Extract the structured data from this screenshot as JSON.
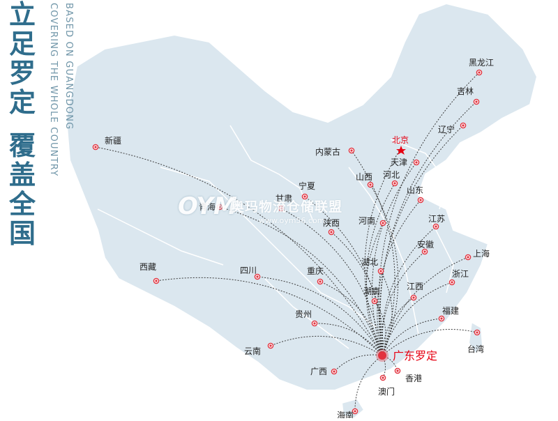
{
  "slogan": {
    "chinese_line1": [
      "立",
      "足",
      "罗",
      "定"
    ],
    "chinese_line2": [
      "覆",
      "盖",
      "全",
      "国"
    ],
    "english_line1": "BASED ON GUANGDONG",
    "english_line2": "COVERING THE WHOLE COUNTRY"
  },
  "watermark": {
    "logo": "OYM",
    "name": "奥玛物流仓储联盟",
    "url": "www.oym56.com"
  },
  "colors": {
    "map_fill": "#dbe7ef",
    "map_border": "#ffffff",
    "route_line": "#3b3b3b",
    "marker": "#e2333f",
    "origin_label": "#e60012",
    "capital_label": "#e60012",
    "label_text": "#222222"
  },
  "origin": {
    "name": "广东罗定",
    "icon": "origin-dot-icon"
  },
  "capital": {
    "name": "北京",
    "icon": "star-icon"
  },
  "destinations": [
    {
      "name": "黑龙江"
    },
    {
      "name": "吉林"
    },
    {
      "name": "辽宁"
    },
    {
      "name": "北京"
    },
    {
      "name": "天津"
    },
    {
      "name": "内蒙古"
    },
    {
      "name": "河北"
    },
    {
      "name": "山西"
    },
    {
      "name": "山东"
    },
    {
      "name": "宁夏"
    },
    {
      "name": "甘肃"
    },
    {
      "name": "青海"
    },
    {
      "name": "陕西"
    },
    {
      "name": "河南"
    },
    {
      "name": "江苏"
    },
    {
      "name": "安徽"
    },
    {
      "name": "上海"
    },
    {
      "name": "新疆"
    },
    {
      "name": "西藏"
    },
    {
      "name": "四川"
    },
    {
      "name": "重庆"
    },
    {
      "name": "湖北"
    },
    {
      "name": "浙江"
    },
    {
      "name": "湖南"
    },
    {
      "name": "江西"
    },
    {
      "name": "福建"
    },
    {
      "name": "贵州"
    },
    {
      "name": "台湾"
    },
    {
      "name": "云南"
    },
    {
      "name": "广西"
    },
    {
      "name": "香港"
    },
    {
      "name": "澳门"
    },
    {
      "name": "海南"
    }
  ]
}
